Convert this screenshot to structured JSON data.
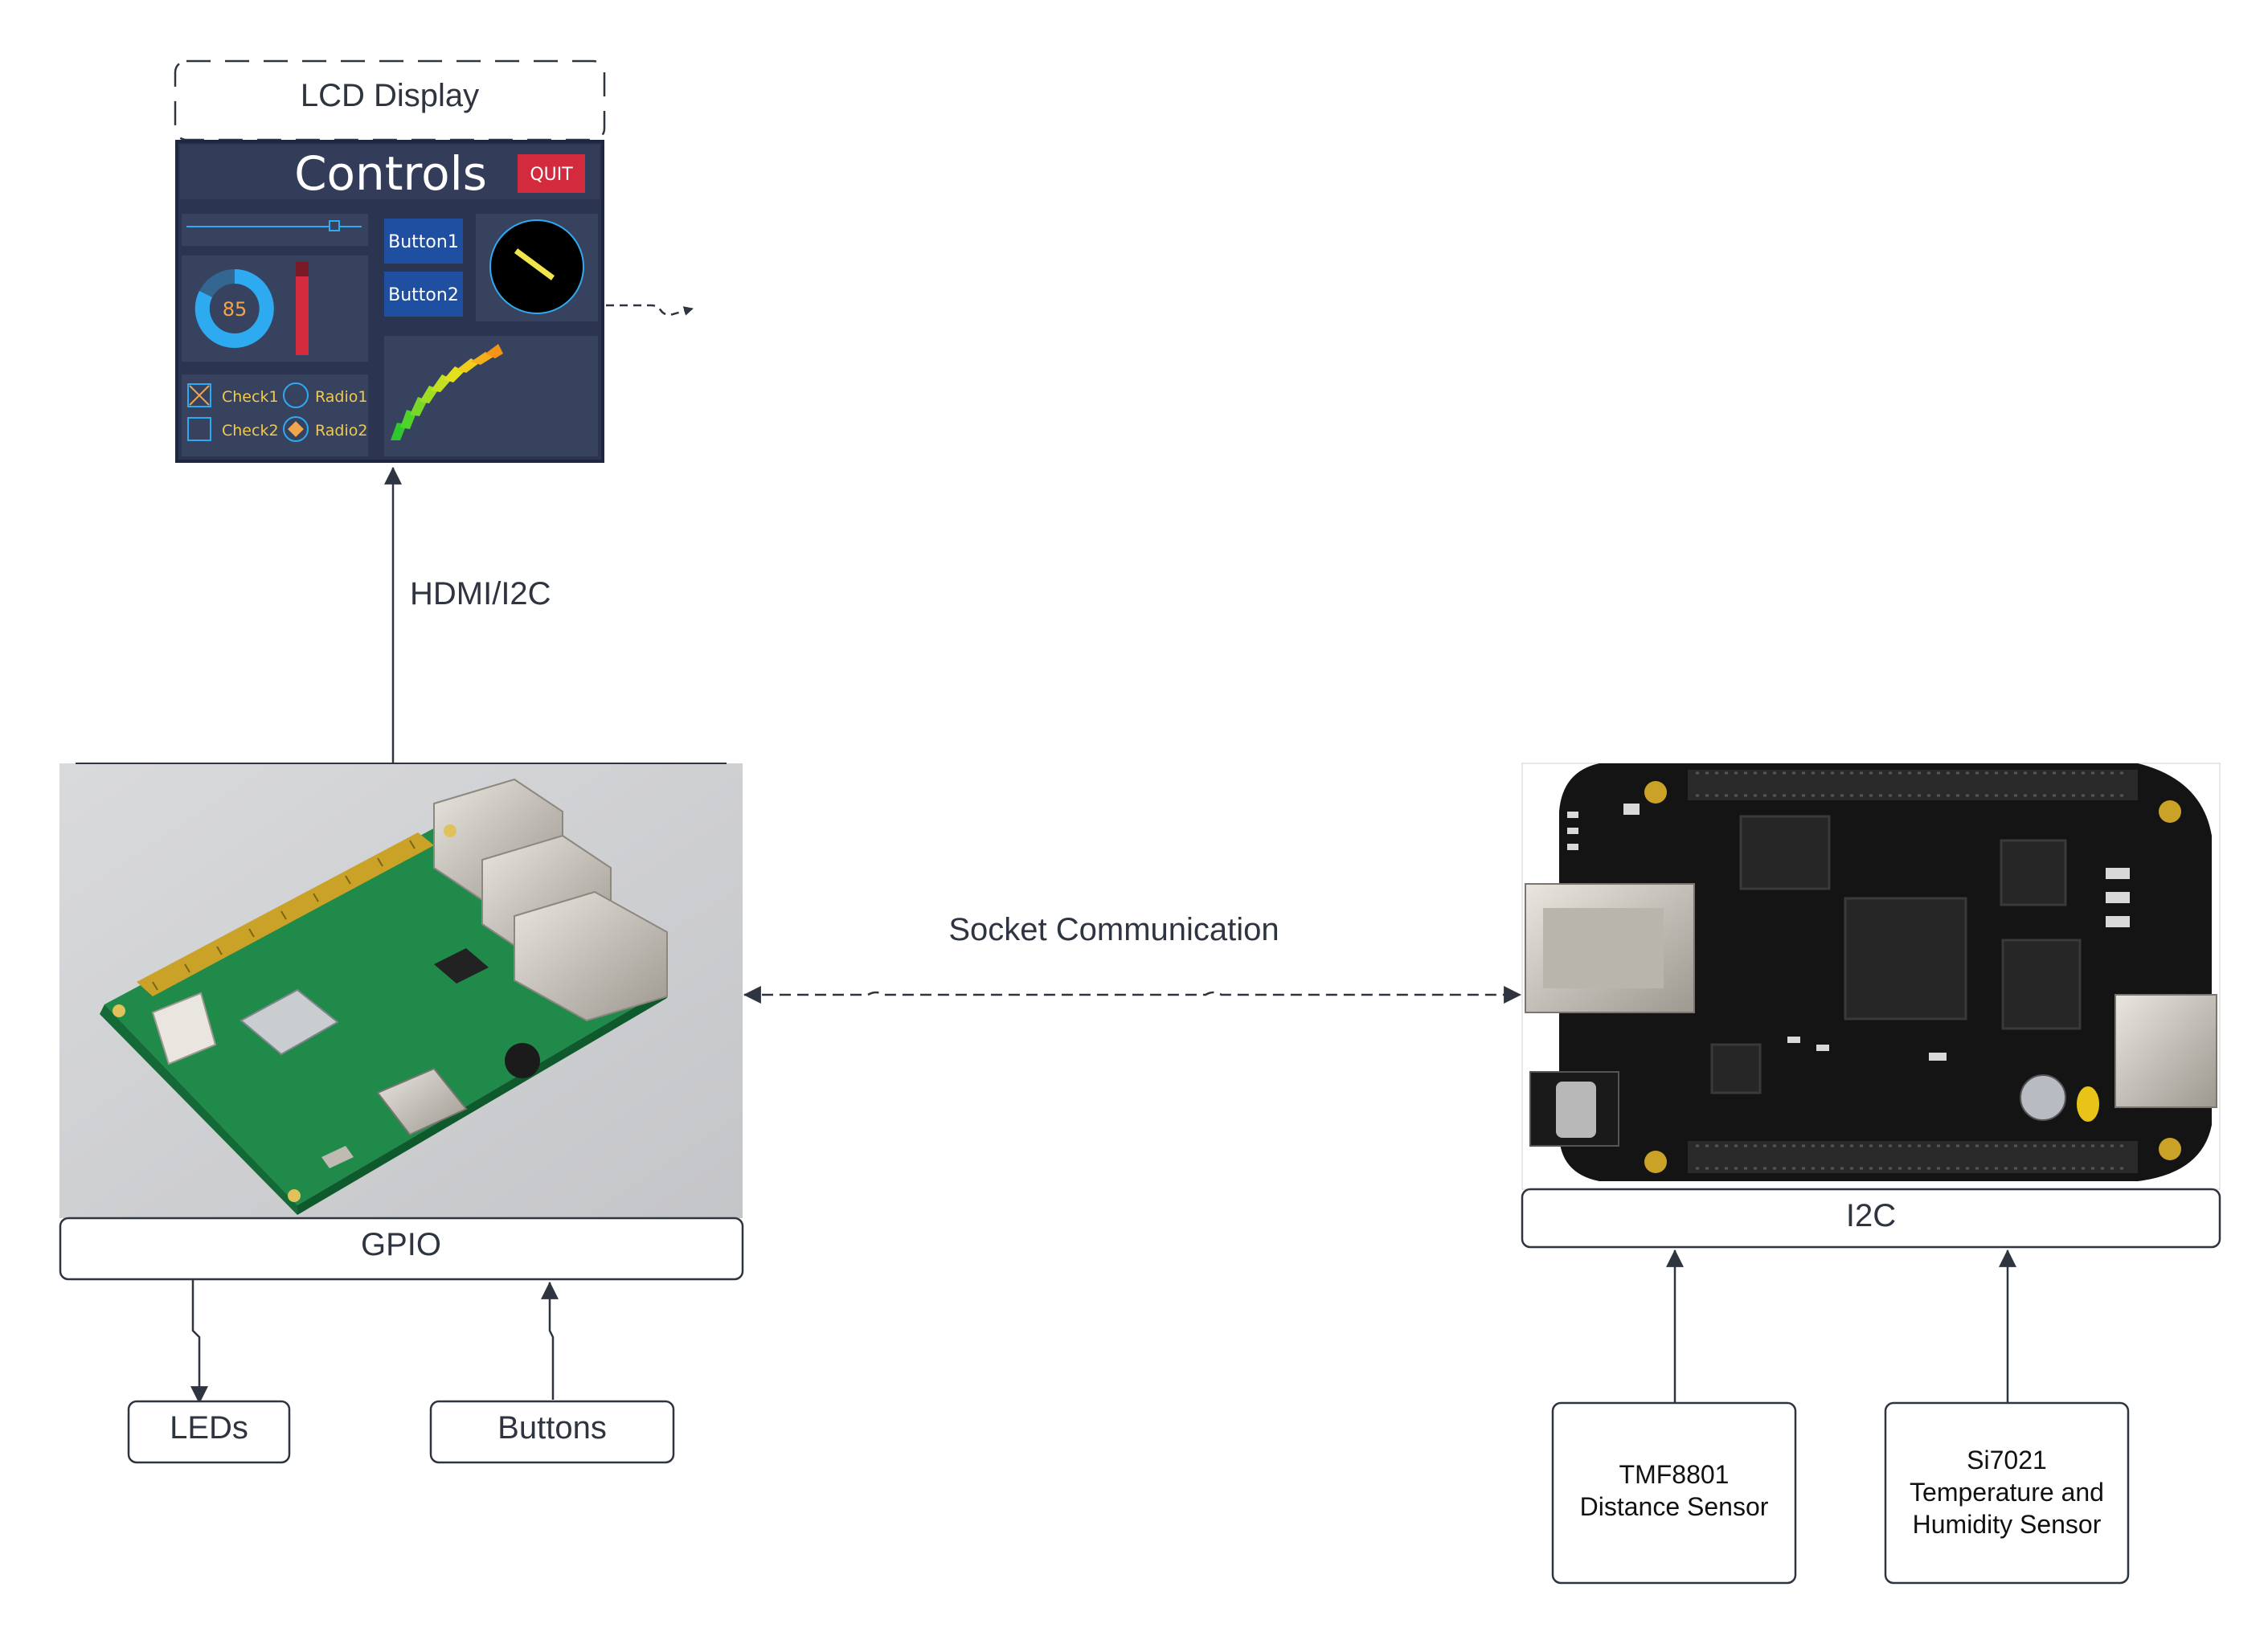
{
  "lcd": {
    "title": "LCD Display",
    "screen": {
      "heading": "Controls",
      "quit_label": "QUIT",
      "gauge_value": "85",
      "button1_label": "Button1",
      "button2_label": "Button2",
      "check1_label": "Check1",
      "check2_label": "Check2",
      "radio1_label": "Radio1",
      "radio2_label": "Radio2"
    }
  },
  "links": {
    "hdmi_i2c": "HDMI/I2C",
    "socket": "Socket Communication"
  },
  "raspberry_pi": {
    "port_label": "GPIO"
  },
  "beaglebone": {
    "port_label": "I2C"
  },
  "outputs": {
    "leds": "LEDs",
    "buttons": "Buttons"
  },
  "sensors": {
    "distance_line1": "TMF8801",
    "distance_line2": "Distance Sensor",
    "temp_line1": "Si7021",
    "temp_line2": "Temperature and",
    "temp_line3": "Humidity Sensor"
  },
  "colors": {
    "line": "#2e3440",
    "lcd_bg": "#2b3551",
    "lcd_panel": "#37425f",
    "quit": "#d42a3e",
    "accent_blue": "#2eaaf0",
    "label_yellow": "#f2c94c",
    "pcb_green": "#1f8a4a",
    "pcb_black": "#141414"
  }
}
